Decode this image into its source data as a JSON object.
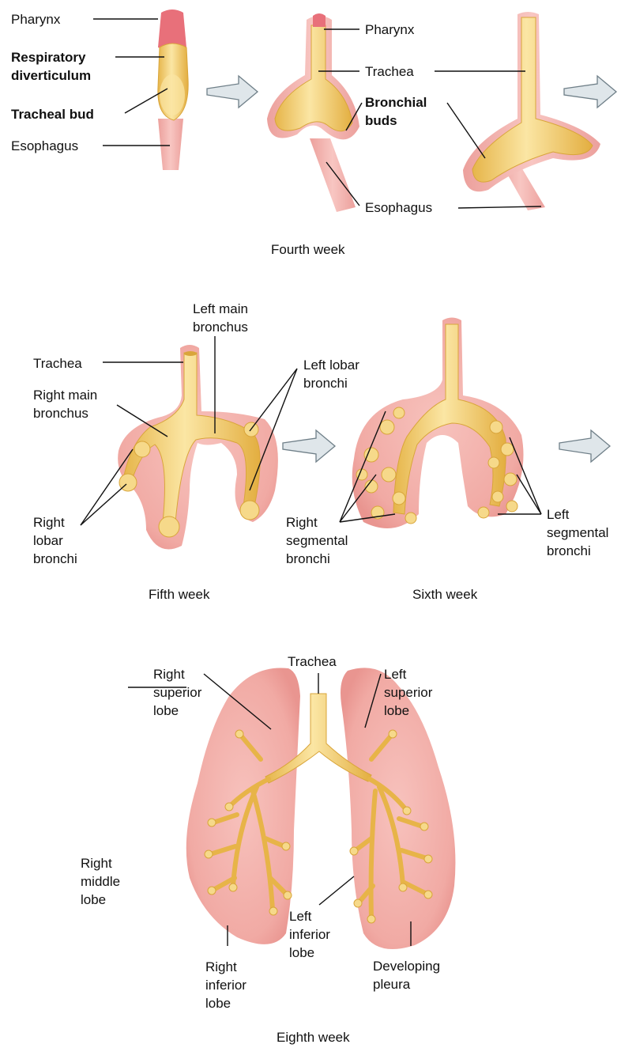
{
  "colors": {
    "tissue_pink": "#f4b4b0",
    "tissue_edge": "#e49692",
    "bud_yellow": "#f6d98a",
    "bud_edge": "#d9a53a",
    "bud_highlight": "#fff3c4",
    "pharynx_red": "#e8707a",
    "arrow_fill": "#dfe6ea"
  },
  "labels": {
    "pharynx_a": "Pharynx",
    "resp_div_1": "Respiratory",
    "resp_div_2": "diverticulum",
    "tracheal_bud": "Tracheal bud",
    "esophagus_a": "Esophagus",
    "pharynx_b": "Pharynx",
    "trachea_b": "Trachea",
    "bronchial_buds_1": "Bronchial",
    "bronchial_buds_2": "buds",
    "esophagus_b": "Esophagus",
    "left_main_bronchus_1": "Left main",
    "left_main_bronchus_2": "bronchus",
    "trachea_c": "Trachea",
    "left_lobar_bronchi_1": "Left lobar",
    "left_lobar_bronchi_2": "bronchi",
    "right_main_bronchus_1": "Right main",
    "right_main_bronchus_2": "bronchus",
    "right_lobar_bronchi_1": "Right",
    "right_lobar_bronchi_2": "lobar",
    "right_lobar_bronchi_3": "bronchi",
    "right_segmental_bronchi_1": "Right",
    "right_segmental_bronchi_2": "segmental",
    "right_segmental_bronchi_3": "bronchi",
    "left_segmental_bronchi_1": "Left",
    "left_segmental_bronchi_2": "segmental",
    "left_segmental_bronchi_3": "bronchi",
    "trachea_d": "Trachea",
    "right_superior_lobe_1": "Right",
    "right_superior_lobe_2": "superior",
    "right_superior_lobe_3": "lobe",
    "left_superior_lobe_1": "Left",
    "left_superior_lobe_2": "superior",
    "left_superior_lobe_3": "lobe",
    "right_middle_lobe_1": "Right",
    "right_middle_lobe_2": "middle",
    "right_middle_lobe_3": "lobe",
    "right_inferior_lobe_1": "Right",
    "right_inferior_lobe_2": "inferior",
    "right_inferior_lobe_3": "lobe",
    "left_inferior_lobe_1": "Left",
    "left_inferior_lobe_2": "inferior",
    "left_inferior_lobe_3": "lobe",
    "developing_pleura_1": "Developing",
    "developing_pleura_2": "pleura"
  },
  "captions": {
    "fourth_week": "Fourth week",
    "fifth_week": "Fifth week",
    "sixth_week": "Sixth week",
    "eighth_week": "Eighth week"
  }
}
